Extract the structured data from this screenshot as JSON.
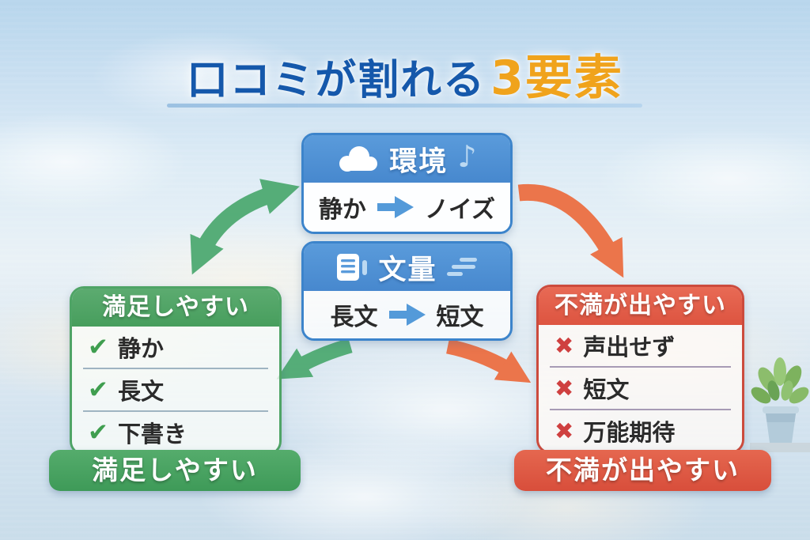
{
  "title": {
    "main": "口コミが割れる",
    "highlight": "3要素"
  },
  "factors": {
    "environment": {
      "label": "環境",
      "icon_left": "cloud-icon",
      "icon_right": "music-note-icon",
      "note_glyph": "♪",
      "from": "静か",
      "to": "ノイズ"
    },
    "volume": {
      "label": "文量",
      "icon_left": "document-icon",
      "icon_right": "text-lines-icon",
      "from": "長文",
      "to": "短文"
    }
  },
  "satisfied": {
    "header": "満足しやすい",
    "check_glyph": "✔",
    "items": [
      "静か",
      "長文",
      "下書き"
    ],
    "banner": "満足しやすい"
  },
  "dissatisfied": {
    "header": "不満が出やすい",
    "cross_glyph": "✖",
    "items": [
      "声出せず",
      "短文",
      "万能期待"
    ],
    "banner": "不満が出やすい"
  },
  "colors": {
    "title_blue": "#1558ab",
    "title_gold": "#f0a31c",
    "factor_blue": "#4e92d6",
    "green_header": "#4fa466",
    "green_banner": "#3f9e5b",
    "red_header": "#e2604d",
    "red_banner": "#dc5745",
    "arrow_green": "#4aa86e",
    "arrow_orange": "#ec6b3d",
    "check_green": "#3f9e4f",
    "cross_red": "#cf4040"
  }
}
